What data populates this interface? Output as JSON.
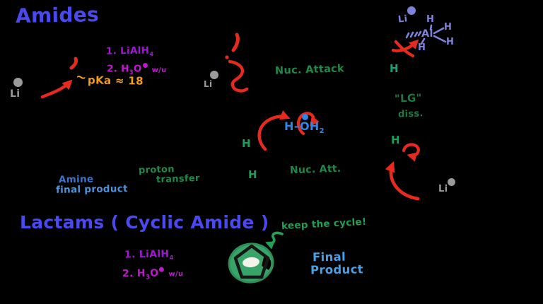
{
  "palette": {
    "background": "#000000",
    "title_blue": "#4a49ef",
    "red_arrow": "#e8291d",
    "violet": "#9f16d4",
    "magenta": "#c217cf",
    "orange": "#f59d18",
    "green_dark": "#1d8a47",
    "green_bright": "#16a05c",
    "green_teal": "#13a571",
    "green_arrow": "#22a055",
    "green_ring": "#38a467",
    "water_blue": "#2e86e8",
    "final_blue": "#4aa0e8",
    "amine_blue": "#3575d4",
    "amine_blue_light": "#4f94db",
    "periwinkle": "#7e82da",
    "gray": "#9a9a9a"
  },
  "amides_section": {
    "title": "Amides",
    "step1": "1. LiAlH",
    "step1_sub": "4",
    "step2_prefix": "2. H",
    "step2_sub": "3",
    "step2_o": "O",
    "step2_suffix": "w/u",
    "tilde": "~",
    "pka": "pKa ≈ 18",
    "nuc_attack": "Nuc. Attack",
    "lg_quote": "\"LG\"",
    "lg_diss": "diss.",
    "nuc_att": "Nuc. Att.",
    "proton_line1": "proton",
    "proton_line2": "transfer",
    "amine_line1": "Amine",
    "amine_line2": "final product",
    "h_label": "H",
    "li_label": "Li"
  },
  "water": {
    "h_left": "H",
    "bond": "–",
    "o": "O",
    "h_right": "H",
    "sub": "2"
  },
  "alh4_complex": {
    "li": "Li",
    "al": "Al",
    "h_top": "H",
    "h_upper_right": "H",
    "h_lower_right": "H",
    "h_bottom": "H"
  },
  "lactams_section": {
    "title": "Lactams ( Cyclic Amide )",
    "step1": "1. LiAlH",
    "step1_sub": "4",
    "step2_prefix": "2. H",
    "step2_sub": "3",
    "step2_o": "O",
    "step2_suffix": "w/u",
    "keep_cycle": "keep the cycle!",
    "final_line1": "Final",
    "final_line2": "Product"
  }
}
